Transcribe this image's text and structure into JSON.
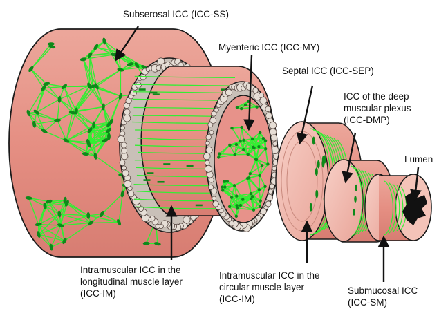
{
  "labels": {
    "subserosal": "Subserosal ICC (ICC-SS)",
    "myenteric": "Myenteric ICC (ICC-MY)",
    "septal": "Septal ICC (ICC-SEP)",
    "dmp": [
      "ICC of the deep",
      "muscular plexus",
      "(ICC-DMP)"
    ],
    "lumen": "Lumen",
    "im_longitudinal": [
      "Intramuscular ICC in the",
      "longitudinal muscle layer",
      "(ICC-IM)"
    ],
    "im_circular": [
      "Intramuscular ICC in the",
      "circular muscle layer",
      "(ICC-IM)"
    ],
    "submucosal": [
      "Submucosal ICC",
      "(ICC-SM)"
    ]
  },
  "colors": {
    "muscle": "#e8968a",
    "muscle_light": "#f2b6aa",
    "network": "#33ee33",
    "cell_body": "#0d8a1a",
    "outline": "#1a1a1a",
    "lumen": "#111111"
  }
}
